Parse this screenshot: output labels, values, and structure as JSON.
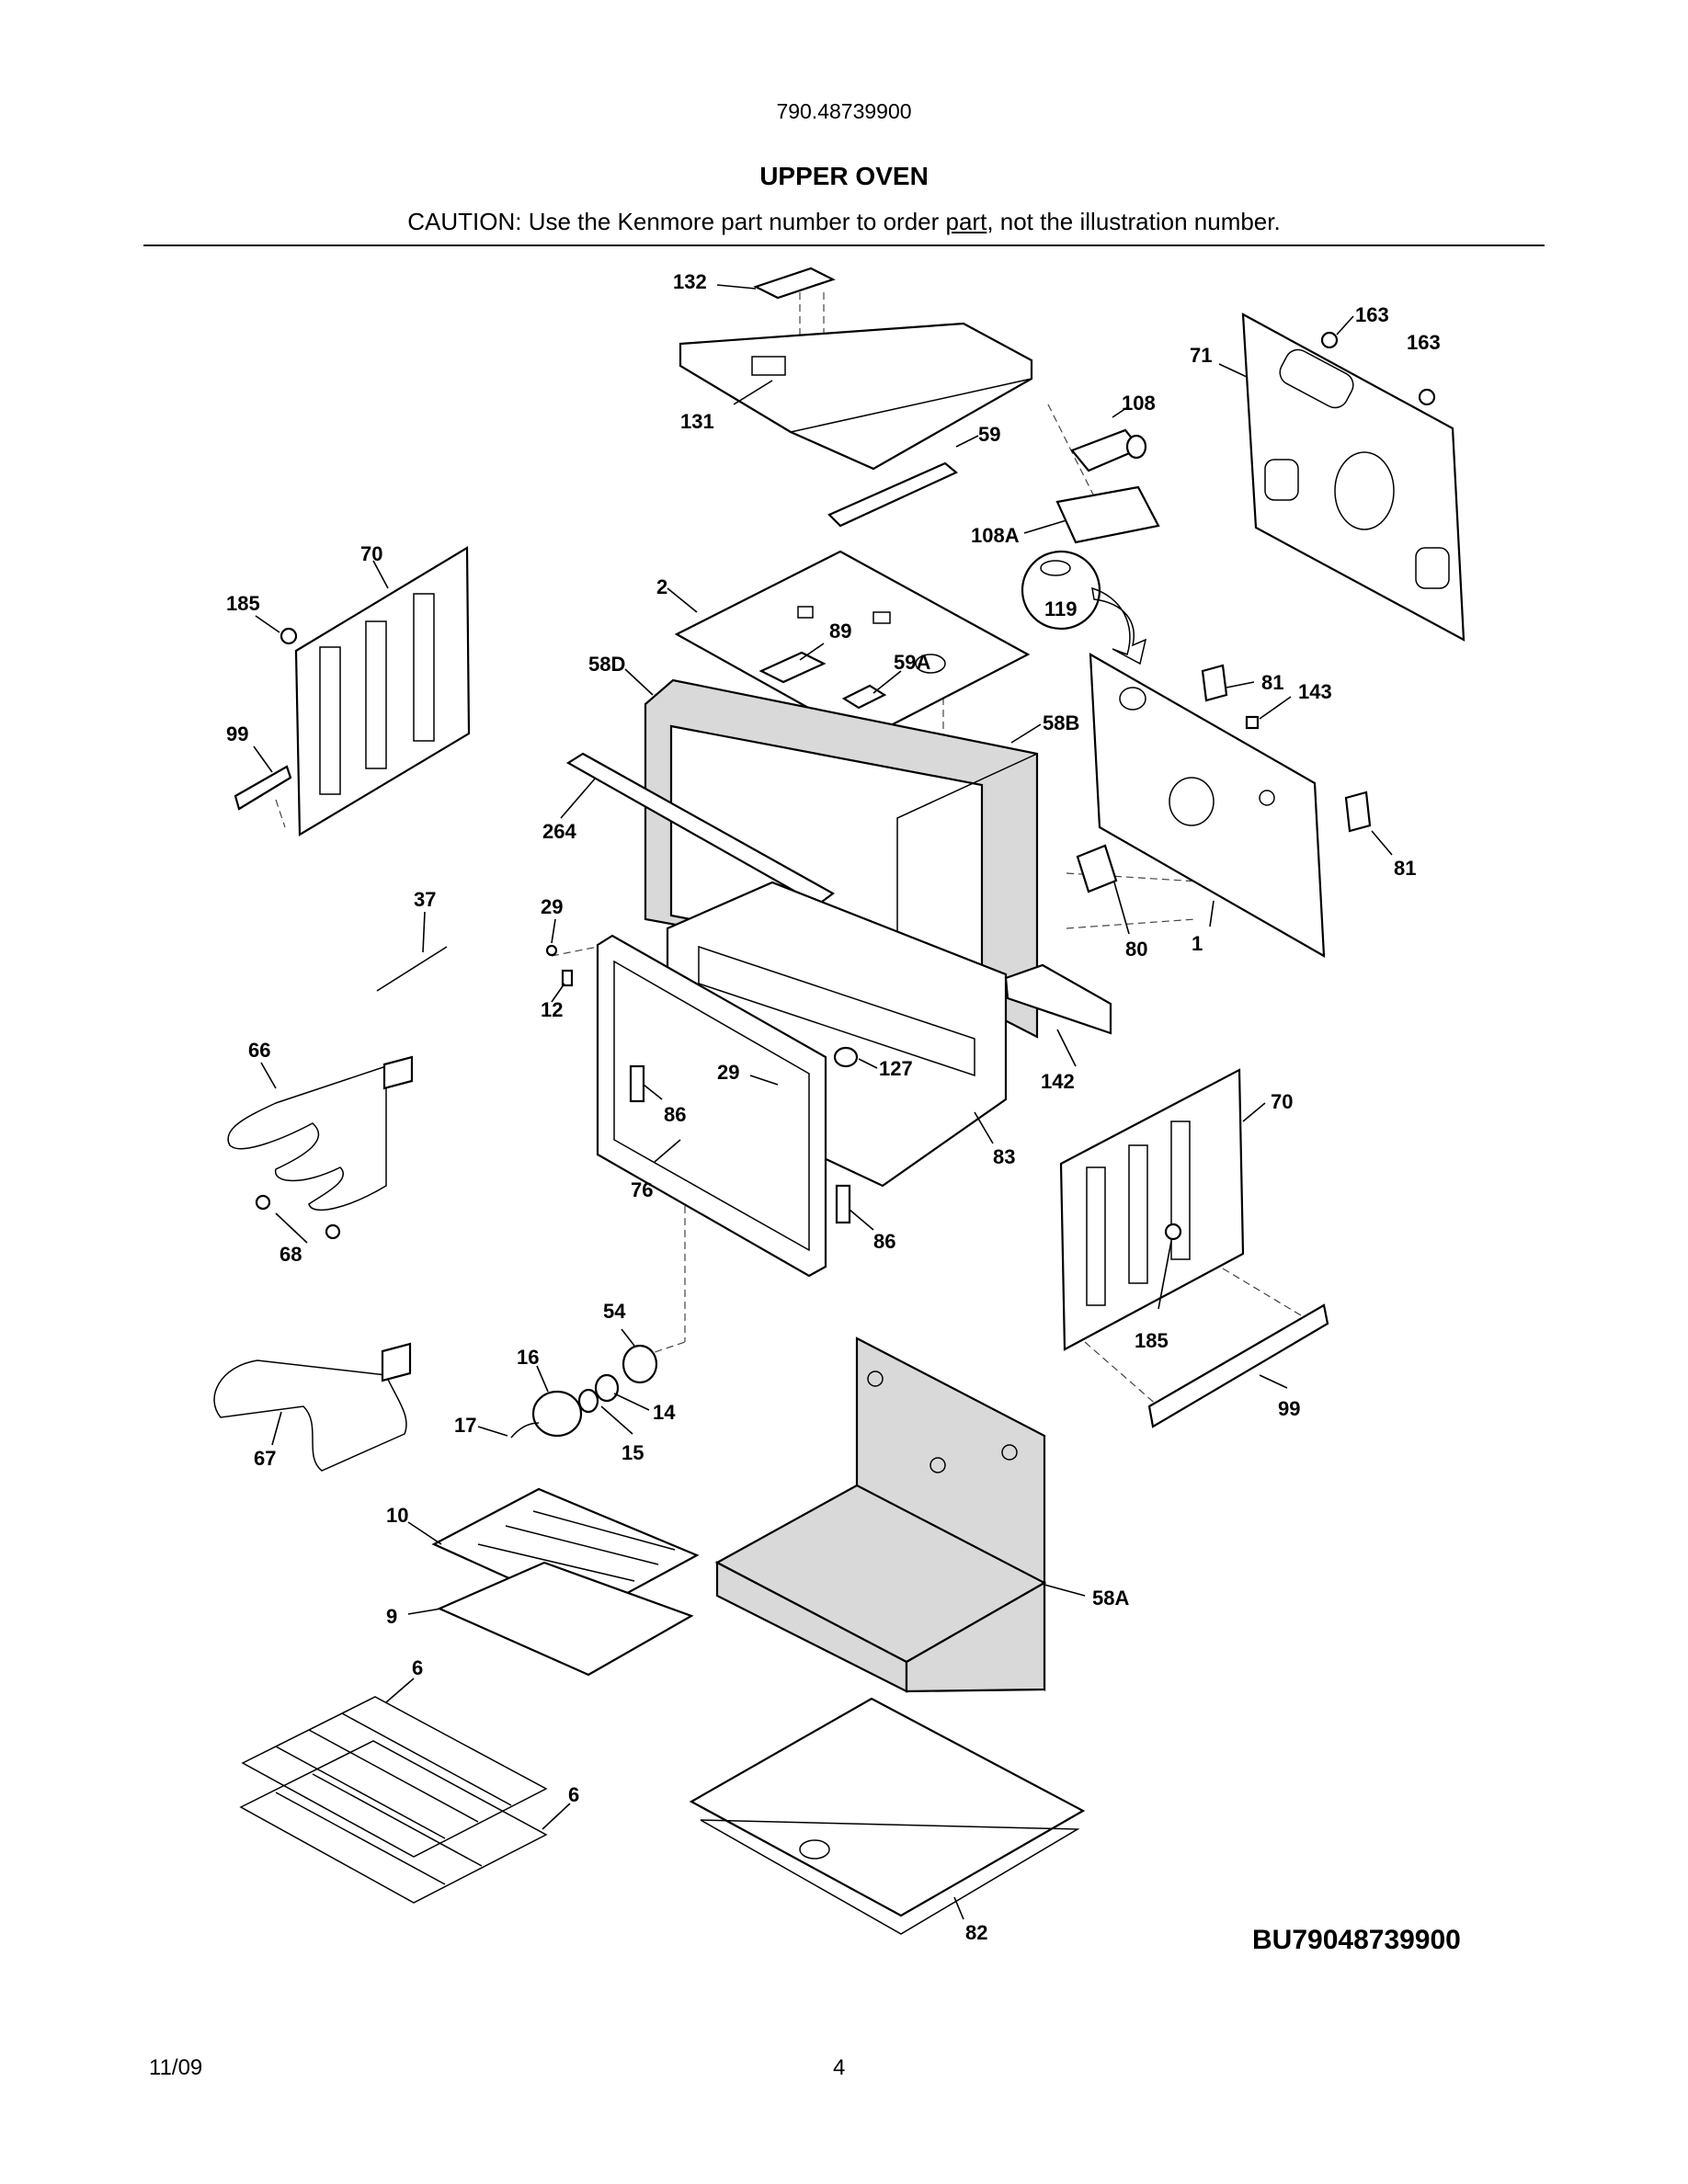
{
  "header": {
    "model_number": "790.48739900",
    "title": "UPPER OVEN",
    "caution_prefix": "CAUTION: Use the Kenmore part number to order ",
    "caution_link": "part",
    "caution_suffix": ", not the illustration number."
  },
  "diagram": {
    "reference_code": "BU79048739900",
    "callouts": [
      "132",
      "131",
      "59",
      "108",
      "108A",
      "119",
      "163",
      "163",
      "71",
      "70",
      "185",
      "99",
      "2",
      "89",
      "59A",
      "58D",
      "58B",
      "81",
      "143",
      "81",
      "264",
      "37",
      "29",
      "12",
      "80",
      "1",
      "66",
      "29",
      "127",
      "86",
      "142",
      "70",
      "83",
      "76",
      "86",
      "68",
      "54",
      "16",
      "14",
      "17",
      "15",
      "185",
      "99",
      "67",
      "10",
      "9",
      "58A",
      "6",
      "6",
      "82"
    ]
  },
  "footer": {
    "date": "11/09",
    "page": "4"
  }
}
